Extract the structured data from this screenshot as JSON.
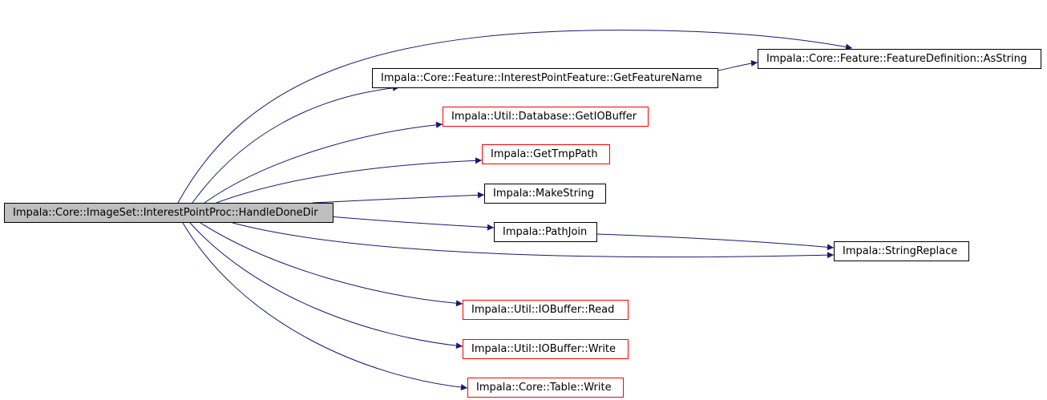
{
  "colors": {
    "edge": "#191970",
    "background": "#ffffff",
    "root_fill": "#bfbfbf",
    "node_border": "#000000",
    "external_border": "#ff0000"
  },
  "nodes": {
    "root": "Impala::Core::ImageSet::InterestPointProc::HandleDoneDir",
    "featuredef_asstring": "Impala::Core::Feature::FeatureDefinition::AsString",
    "getfeaturename": "Impala::Core::Feature::InterestPointFeature::GetFeatureName",
    "getiobuffer": "Impala::Util::Database::GetIOBuffer",
    "gettmppath": "Impala::GetTmpPath",
    "makestring": "Impala::MakeString",
    "pathjoin": "Impala::PathJoin",
    "stringreplace": "Impala::StringReplace",
    "iobuffer_read": "Impala::Util::IOBuffer::Read",
    "iobuffer_write": "Impala::Util::IOBuffer::Write",
    "table_write": "Impala::Core::Table::Write"
  }
}
